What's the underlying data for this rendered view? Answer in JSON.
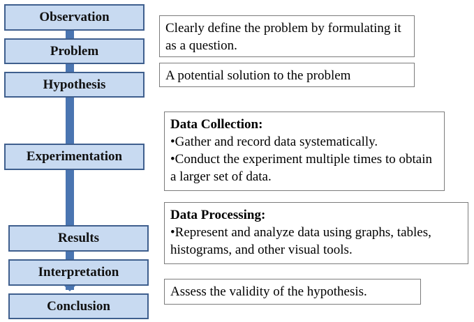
{
  "steps": [
    "Observation",
    "Problem",
    "Hypothesis",
    "Experimentation",
    "Results",
    "Interpretation",
    "Conclusion"
  ],
  "notes": {
    "problem": "Clearly define the problem by formulating it as a question.",
    "hypothesis": "A potential solution to the problem",
    "data_collection": {
      "heading": "Data Collection:",
      "items": [
        "•Gather and record data systematically.",
        "•Conduct the experiment multiple times to obtain a larger set of data."
      ]
    },
    "data_processing": {
      "heading": "Data Processing:",
      "items": [
        "•Represent and analyze data using graphs, tables, histograms, and other visual tools."
      ]
    },
    "conclusion": "Assess the validity of the hypothesis."
  },
  "colors": {
    "step_fill": "#c8daf1",
    "step_border": "#3f5f8e",
    "connector": "#4a75b1"
  }
}
